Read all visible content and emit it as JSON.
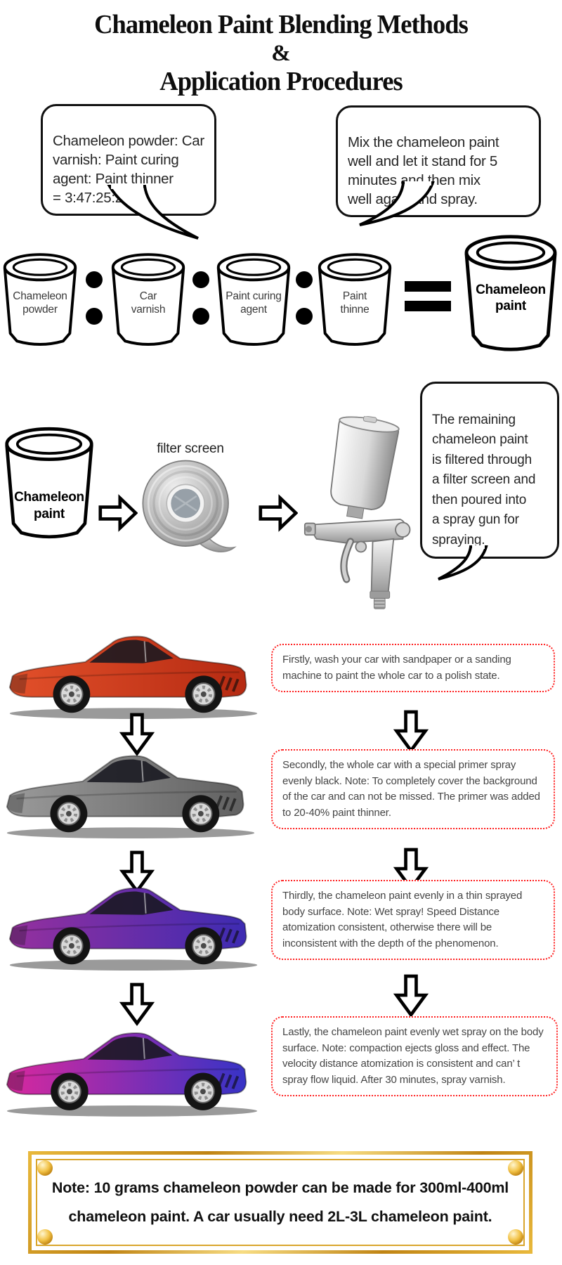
{
  "title": {
    "line1": "Chameleon Paint Blending Methods",
    "ampersand": "&",
    "line2": "Application Procedures"
  },
  "mixing": {
    "ratio_bubble": "Chameleon powder: Car\nvarnish: Paint curing\nagent: Paint thinner\n= 3:47:25:25",
    "mix_bubble": "Mix the chameleon paint\nwell and let it stand for 5\nminutes and then mix\nwell again and spray.",
    "cans": [
      {
        "label": "Chameleon\npowder"
      },
      {
        "label": "Car\nvarnish"
      },
      {
        "label": "Paint curing\nagent"
      },
      {
        "label": "Paint\nthinne"
      }
    ],
    "result_can_label": "Chameleon\npaint"
  },
  "filtering": {
    "bucket_label": "Chameleon\npaint",
    "filter_label": "filter screen",
    "bubble": "The remaining\nchameleon paint\nis filtered through\na filter screen and\nthen poured into\na spray gun for\nspraying."
  },
  "steps": [
    {
      "text": "Firstly, wash your car with sandpaper or a sanding machine to paint the whole car to a polish state.",
      "car_gradient": [
        "#e2502a",
        "#b52a12"
      ]
    },
    {
      "text": "Secondly, the whole car with a special primer spray evenly black. Note: To completely cover the background of the car and can not be missed. The primer was added to 20-40% paint thinner.",
      "car_gradient": [
        "#9a9a9a",
        "#616161"
      ]
    },
    {
      "text": "Thirdly, the chameleon paint evenly in a thin sprayed body surface. Note: Wet spray! Speed Distance atomization consistent, otherwise there will be inconsistent with the depth of the phenomenon.",
      "car_gradient": [
        "#95309e",
        "#3d2bb2"
      ]
    },
    {
      "text": "Lastly, the chameleon paint evenly wet spray on the body surface. Note: compaction ejects gloss and effect. The velocity distance atomization is consistent and can’ t spray flow liquid. After 30 minutes, spray varnish.",
      "car_gradient": [
        "#d8289e",
        "#3733c6"
      ]
    }
  ],
  "note": "Note: 10 grams chameleon powder can be made for 300ml-400ml\nchameleon paint. A car usually need 2L-3L chameleon paint.",
  "colors": {
    "step_box_border": "#ff2020",
    "gold_frame": "#c08413",
    "car_step1": "#cc3a1c",
    "car_step2": "#7d7d7d",
    "car_step3": "#6d2da8",
    "car_step4_front": "#d8289e",
    "car_step4_rear": "#3733c6"
  }
}
